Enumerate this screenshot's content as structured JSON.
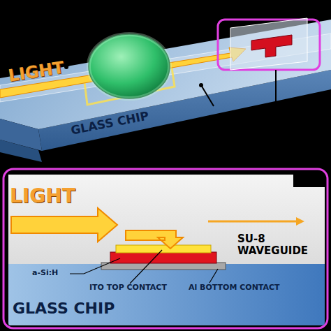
{
  "diagram": {
    "labels": [
      "LIGHT",
      "GLASS CHIP",
      "LIGHT",
      "SU-8 WAVEGUIDE",
      "a-Si:H",
      "ITO TOP CONTACT",
      "Al BOTTOM CONTACT",
      "GLASS CHIP"
    ]
  }
}
